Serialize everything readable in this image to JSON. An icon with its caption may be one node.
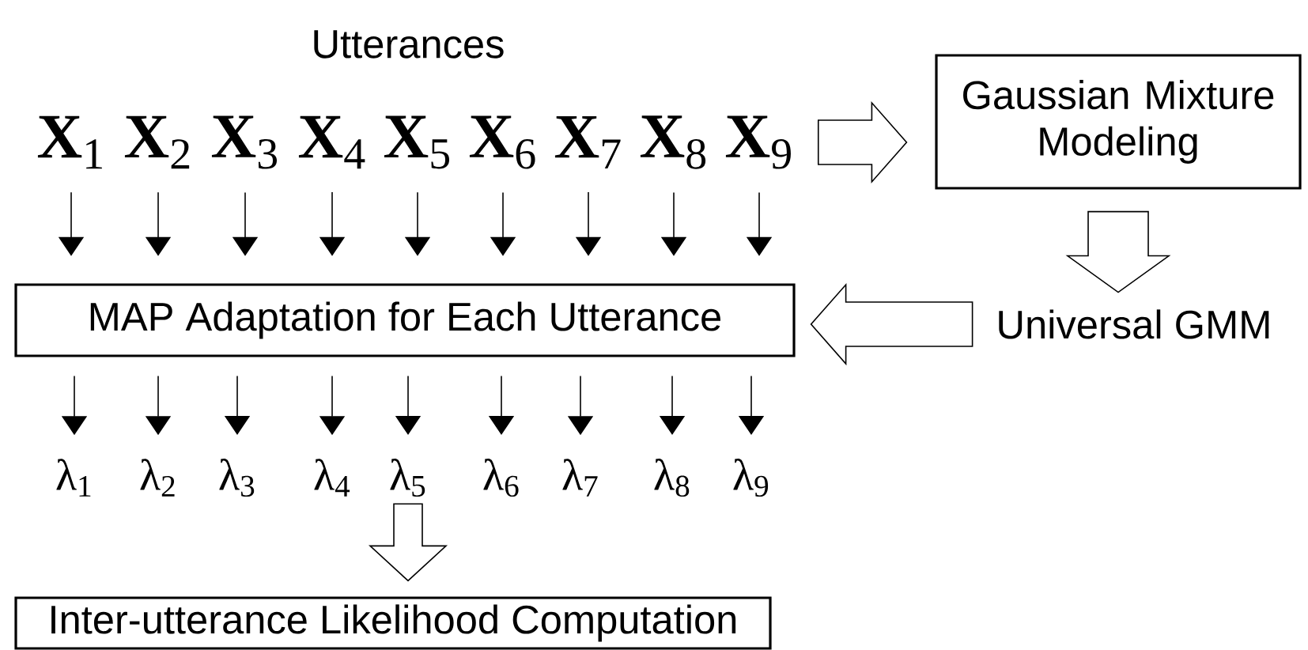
{
  "diagram": {
    "nodes": [
      {
        "text": [
          "**X**$_{1}$"
        ]
      },
      {
        "text": [
          "**X**$_{2}$"
        ]
      },
      {
        "text": [
          "**X**$_{3}$"
        ]
      },
      {
        "text": [
          "**X**$_{4}$"
        ]
      },
      {
        "text": [
          "**X**$_{5}$"
        ]
      },
      {
        "text": [
          "**X**$_{6}$"
        ]
      },
      {
        "text": [
          "**X**$_{7}$"
        ]
      },
      {
        "text": [
          "**X**$_{8}$"
        ]
      },
      {
        "text": [
          "**X**$_{9}$"
        ]
      },
      {
        "text": [
          "Gaussian Mixture Modeling"
        ]
      },
      {
        "text": [
          "MAP Adaptation for Each Utterance"
        ]
      },
      {
        "text": [
          "Universal GMM"
        ]
      },
      {
        "text": [
          "λ$_{1}$"
        ]
      },
      {
        "text": [
          "λ$_{2}$"
        ]
      },
      {
        "text": [
          "λ$_{3}$"
        ]
      },
      {
        "text": [
          "λ$_{4}$"
        ]
      },
      {
        "text": [
          "λ$_{5}$"
        ]
      },
      {
        "text": [
          "λ$_{6}$"
        ]
      },
      {
        "text": [
          "λ$_{7}$"
        ]
      },
      {
        "text": [
          "λ$_{8}$"
        ]
      },
      {
        "text": [
          "λ$_{9}$"
        ]
      },
      {
        "text": [
          "Inter-utterance Likelihood Computation"
        ]
      }
    ],
    "edges": [
      {
        "from": 0,
        "to": 10,
        "arrow": "to"
      },
      {
        "from": 1,
        "to": 10,
        "arrow": "to"
      },
      {
        "from": 2,
        "to": 10,
        "arrow": "to"
      },
      {
        "from": 3,
        "to": 10,
        "arrow": "to"
      },
      {
        "from": 4,
        "to": 10,
        "arrow": "to"
      },
      {
        "from": 5,
        "to": 10,
        "arrow": "to"
      },
      {
        "from": 6,
        "to": 10,
        "arrow": "to"
      },
      {
        "from": 7,
        "to": 10,
        "arrow": "to"
      },
      {
        "from": 8,
        "to": 10,
        "arrow": "to"
      },
      {
        "from": 8,
        "to": 9,
        "arrow": "to",
        "style": "thick"
      },
      {
        "from": 10,
        "to": 12,
        "arrow": "to"
      },
      {
        "from": 10,
        "to": 13,
        "arrow": "to"
      },
      {
        "from": 10,
        "to": 14,
        "arrow": "to"
      },
      {
        "from": 10,
        "to": 15,
        "arrow": "to"
      },
      {
        "from": 10,
        "to": 16,
        "arrow": "to"
      },
      {
        "from": 10,
        "to": 17,
        "arrow": "to"
      },
      {
        "from": 10,
        "to": 18,
        "arrow": "to"
      },
      {
        "from": 10,
        "to": 19,
        "arrow": "to"
      },
      {
        "from": 10,
        "to": 20,
        "arrow": "to"
      },
      {
        "from": 9,
        "to": 11,
        "arrow": "to",
        "style": "thick"
      },
      {
        "from": 11,
        "to": 10,
        "arrow": "to",
        "style": "thick"
      },
      {
        "from": 16,
        "to": 21,
        "arrow": "to",
        "style": "thick"
      }
    ],
    "labels": [
      "Utterances"
    ]
  }
}
